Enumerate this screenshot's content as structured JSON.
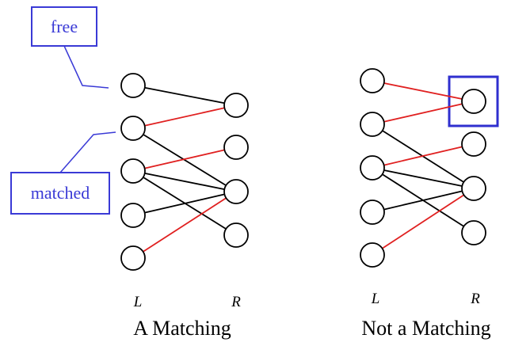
{
  "callouts": {
    "free": "free",
    "matched": "matched"
  },
  "colors": {
    "matched_edge": "#e02020",
    "unmatched_edge": "#000000",
    "callout": "#3a3ad6",
    "highlight_box": "#2f2fcf"
  },
  "graphs": [
    {
      "caption": "A Matching",
      "left_label": "L",
      "right_label": "R",
      "left_nodes": 5,
      "right_nodes": 4,
      "edges": [
        {
          "from": 0,
          "to": 0,
          "matched": false
        },
        {
          "from": 1,
          "to": 0,
          "matched": true
        },
        {
          "from": 1,
          "to": 2,
          "matched": false
        },
        {
          "from": 2,
          "to": 1,
          "matched": true
        },
        {
          "from": 2,
          "to": 2,
          "matched": false
        },
        {
          "from": 2,
          "to": 3,
          "matched": false
        },
        {
          "from": 3,
          "to": 2,
          "matched": false
        },
        {
          "from": 4,
          "to": 2,
          "matched": true
        }
      ]
    },
    {
      "caption": "Not a Matching",
      "left_label": "L",
      "right_label": "R",
      "left_nodes": 5,
      "right_nodes": 4,
      "highlighted_right_node": 0,
      "edges": [
        {
          "from": 0,
          "to": 0,
          "matched": true
        },
        {
          "from": 1,
          "to": 0,
          "matched": true
        },
        {
          "from": 1,
          "to": 2,
          "matched": false
        },
        {
          "from": 2,
          "to": 1,
          "matched": true
        },
        {
          "from": 2,
          "to": 2,
          "matched": false
        },
        {
          "from": 2,
          "to": 3,
          "matched": false
        },
        {
          "from": 3,
          "to": 2,
          "matched": false
        },
        {
          "from": 4,
          "to": 2,
          "matched": true
        }
      ]
    }
  ]
}
